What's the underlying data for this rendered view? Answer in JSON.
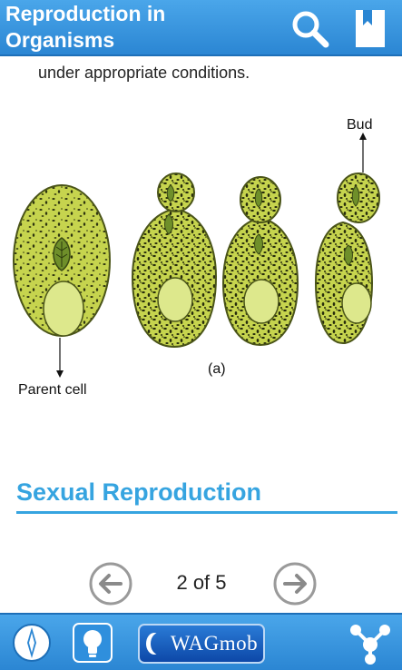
{
  "header": {
    "title": "Reproduction in Organisms",
    "search_icon": "search-icon",
    "bookmark_icon": "bookmark-icon"
  },
  "content": {
    "intro_text": "under appropriate conditions.",
    "figure": {
      "bud_label": "Bud",
      "parent_label": "Parent cell",
      "caption": "(a)"
    },
    "section_title": "Sexual Reproduction"
  },
  "pager": {
    "current": 2,
    "total": 5,
    "label": "2 of 5",
    "prev_icon": "arrow-left-icon",
    "next_icon": "arrow-right-icon"
  },
  "footer": {
    "brand": "WAGmob",
    "icons": [
      "compass-icon",
      "lightbulb-icon",
      "share-icon"
    ]
  },
  "colors": {
    "header_bg": "#3a98e0",
    "accent": "#36a4e0",
    "cell_fill": "#c6d44e",
    "cell_outline": "#4a5418",
    "nucleus_fill": "#dde88c"
  }
}
